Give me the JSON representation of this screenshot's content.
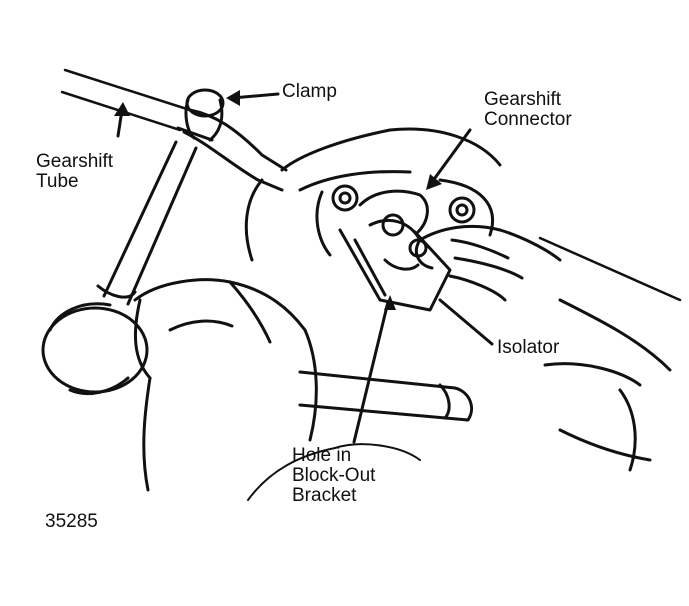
{
  "labels": {
    "clamp": "Clamp",
    "gearshift_tube": [
      "Gearshift",
      "Tube"
    ],
    "gearshift_connector": [
      "Gearshift",
      "Connector"
    ],
    "isolator": "Isolator",
    "hole": [
      "Hole in",
      "Block-Out",
      "Bracket"
    ]
  },
  "figure_number": "35285",
  "colors": {
    "ink": "#111111",
    "paper": "#ffffff"
  }
}
